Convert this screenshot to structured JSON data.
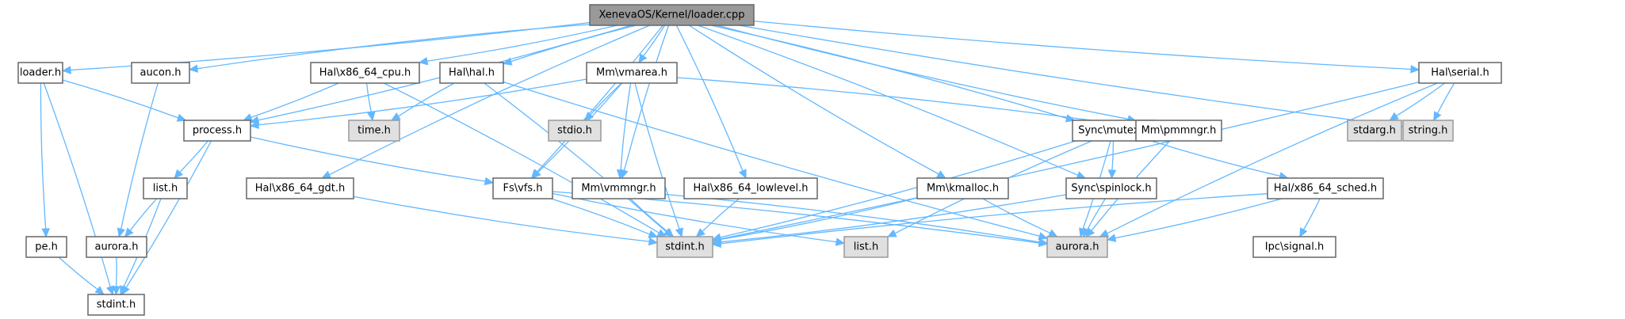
{
  "title": "XenevaOS/Kernel/loader.cpp",
  "colors": {
    "edge": "#63b8ff",
    "root_fill": "#999999",
    "internal_fill": "#ffffff",
    "external_fill": "#e0e0e0",
    "border": "#666666"
  },
  "nodes": [
    {
      "id": "root",
      "label": "XenevaOS/Kernel/loader.cpp",
      "kind": "root"
    },
    {
      "id": "loader_h",
      "label": "loader.h",
      "kind": "internal"
    },
    {
      "id": "aucon_h",
      "label": "aucon.h",
      "kind": "internal"
    },
    {
      "id": "hal_cpu",
      "label": "Hal\\x86_64_cpu.h",
      "kind": "internal"
    },
    {
      "id": "hal_hal",
      "label": "Hal\\hal.h",
      "kind": "internal"
    },
    {
      "id": "mm_vmarea",
      "label": "Mm\\vmarea.h",
      "kind": "internal"
    },
    {
      "id": "hal_serial",
      "label": "Hal\\serial.h",
      "kind": "internal"
    },
    {
      "id": "process_h",
      "label": "process.h",
      "kind": "internal"
    },
    {
      "id": "time_h",
      "label": "time.h",
      "kind": "external"
    },
    {
      "id": "stdio_h",
      "label": "stdio.h",
      "kind": "external"
    },
    {
      "id": "sync_mutex",
      "label": "Sync\\mutex.h",
      "kind": "internal"
    },
    {
      "id": "mm_pmmngr",
      "label": "Mm\\pmmngr.h",
      "kind": "internal"
    },
    {
      "id": "stdarg_h",
      "label": "stdarg.h",
      "kind": "external"
    },
    {
      "id": "string_h",
      "label": "string.h",
      "kind": "external"
    },
    {
      "id": "list_h1",
      "label": "list.h",
      "kind": "internal"
    },
    {
      "id": "hal_gdt",
      "label": "Hal\\x86_64_gdt.h",
      "kind": "internal"
    },
    {
      "id": "fs_vfs",
      "label": "Fs\\vfs.h",
      "kind": "internal"
    },
    {
      "id": "mm_vmmngr",
      "label": "Mm\\vmmngr.h",
      "kind": "internal"
    },
    {
      "id": "hal_lowlevel",
      "label": "Hal\\x86_64_lowlevel.h",
      "kind": "internal"
    },
    {
      "id": "mm_kmalloc",
      "label": "Mm\\kmalloc.h",
      "kind": "internal"
    },
    {
      "id": "sync_spinlock",
      "label": "Sync\\spinlock.h",
      "kind": "internal"
    },
    {
      "id": "hal_sched",
      "label": "Hal/x86_64_sched.h",
      "kind": "internal"
    },
    {
      "id": "pe_h",
      "label": "pe.h",
      "kind": "internal"
    },
    {
      "id": "aurora_h1",
      "label": "aurora.h",
      "kind": "internal"
    },
    {
      "id": "stdint_h2",
      "label": "stdint.h",
      "kind": "external"
    },
    {
      "id": "list_h2",
      "label": "list.h",
      "kind": "external"
    },
    {
      "id": "aurora_h2",
      "label": "aurora.h",
      "kind": "external"
    },
    {
      "id": "ipc_signal",
      "label": "Ipc\\signal.h",
      "kind": "internal"
    },
    {
      "id": "stdint_h1",
      "label": "stdint.h",
      "kind": "internal"
    }
  ],
  "edges": [
    [
      "root",
      "loader_h"
    ],
    [
      "root",
      "aucon_h"
    ],
    [
      "root",
      "hal_cpu"
    ],
    [
      "root",
      "hal_hal"
    ],
    [
      "root",
      "mm_vmarea"
    ],
    [
      "root",
      "hal_serial"
    ],
    [
      "root",
      "process_h"
    ],
    [
      "root",
      "string_h"
    ],
    [
      "root",
      "sync_mutex"
    ],
    [
      "root",
      "mm_pmmngr"
    ],
    [
      "root",
      "fs_vfs"
    ],
    [
      "root",
      "mm_vmmngr"
    ],
    [
      "root",
      "hal_lowlevel"
    ],
    [
      "root",
      "mm_kmalloc"
    ],
    [
      "root",
      "sync_spinlock"
    ],
    [
      "root",
      "hal_gdt"
    ],
    [
      "loader_h",
      "process_h"
    ],
    [
      "loader_h",
      "pe_h"
    ],
    [
      "loader_h",
      "stdint_h1"
    ],
    [
      "aucon_h",
      "aurora_h1"
    ],
    [
      "hal_cpu",
      "process_h"
    ],
    [
      "hal_cpu",
      "time_h"
    ],
    [
      "hal_cpu",
      "stdint_h2"
    ],
    [
      "hal_hal",
      "time_h"
    ],
    [
      "hal_hal",
      "stdint_h2"
    ],
    [
      "hal_hal",
      "aurora_h2"
    ],
    [
      "mm_vmarea",
      "process_h"
    ],
    [
      "mm_vmarea",
      "stdio_h"
    ],
    [
      "mm_vmarea",
      "fs_vfs"
    ],
    [
      "mm_vmarea",
      "mm_vmmngr"
    ],
    [
      "mm_vmarea",
      "mm_pmmngr"
    ],
    [
      "mm_vmarea",
      "stdint_h2"
    ],
    [
      "hal_serial",
      "stdarg_h"
    ],
    [
      "hal_serial",
      "string_h"
    ],
    [
      "hal_serial",
      "stdint_h2"
    ],
    [
      "hal_serial",
      "aurora_h2"
    ],
    [
      "process_h",
      "list_h1"
    ],
    [
      "process_h",
      "fs_vfs"
    ],
    [
      "process_h",
      "stdint_h1"
    ],
    [
      "list_h1",
      "aurora_h1"
    ],
    [
      "list_h1",
      "stdint_h1"
    ],
    [
      "pe_h",
      "stdint_h1"
    ],
    [
      "aurora_h1",
      "stdint_h1"
    ],
    [
      "hal_gdt",
      "stdint_h2"
    ],
    [
      "fs_vfs",
      "stdint_h2"
    ],
    [
      "fs_vfs",
      "list_h2"
    ],
    [
      "fs_vfs",
      "aurora_h2"
    ],
    [
      "mm_vmmngr",
      "stdint_h2"
    ],
    [
      "mm_vmmngr",
      "aurora_h2"
    ],
    [
      "hal_lowlevel",
      "stdint_h2"
    ],
    [
      "mm_kmalloc",
      "stdint_h2"
    ],
    [
      "mm_kmalloc",
      "aurora_h2"
    ],
    [
      "sync_mutex",
      "sync_spinlock"
    ],
    [
      "sync_mutex",
      "hal_sched"
    ],
    [
      "sync_mutex",
      "stdint_h2"
    ],
    [
      "sync_mutex",
      "list_h2"
    ],
    [
      "sync_mutex",
      "aurora_h2"
    ],
    [
      "mm_pmmngr",
      "aurora_h2"
    ],
    [
      "sync_spinlock",
      "stdint_h2"
    ],
    [
      "sync_spinlock",
      "aurora_h2"
    ],
    [
      "hal_sched",
      "ipc_signal"
    ],
    [
      "hal_sched",
      "stdint_h2"
    ],
    [
      "hal_sched",
      "aurora_h2"
    ]
  ]
}
